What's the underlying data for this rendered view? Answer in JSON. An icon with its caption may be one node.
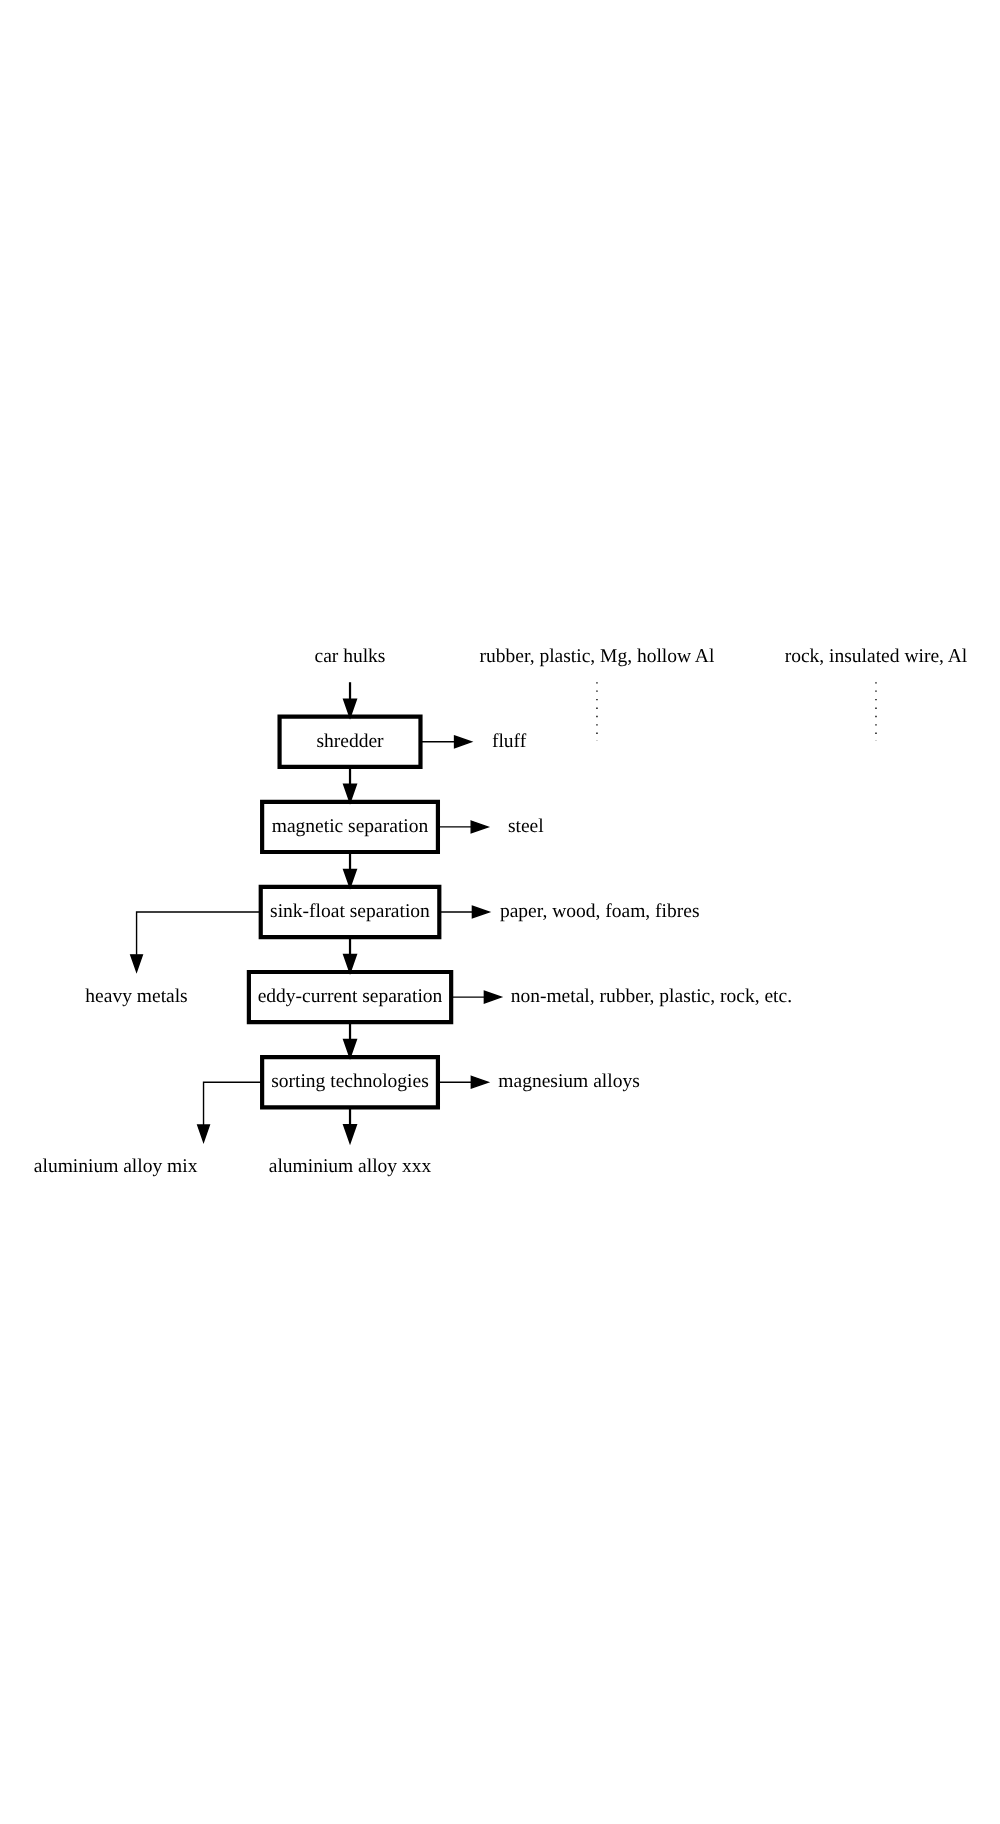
{
  "diagram": {
    "nodes": [
      {
        "text": [
          "car hulks"
        ]
      },
      {
        "text": [
          "shredder"
        ]
      },
      {
        "text": [
          "fluff"
        ]
      },
      {
        "text": [
          "magnetic separation"
        ]
      },
      {
        "text": [
          "steel"
        ]
      },
      {
        "text": [
          "sink-float separation"
        ]
      },
      {
        "text": [
          "paper, wood, foam, fibres"
        ]
      },
      {
        "text": [
          "heavy metals"
        ]
      },
      {
        "text": [
          "rubber, plastic, Mg, hollow Al"
        ]
      },
      {
        "text": [
          "rock, insulated wire, Al"
        ]
      },
      {
        "text": [
          "eddy-current separation"
        ]
      },
      {
        "text": [
          "non-metal, rubber, plastic, rock, etc."
        ]
      },
      {
        "text": [
          "sorting technologies"
        ]
      },
      {
        "text": [
          "magnesium alloys"
        ]
      },
      {
        "text": [
          "aluminium alloy mix"
        ]
      },
      {
        "text": [
          "aluminium alloy xxx"
        ]
      }
    ],
    "edges": [
      {
        "from": 0,
        "to": 1,
        "arrow": "to"
      },
      {
        "from": 1,
        "to": 2,
        "arrow": "to"
      },
      {
        "from": 1,
        "to": 3,
        "arrow": "to"
      },
      {
        "from": 3,
        "to": 4,
        "arrow": "to"
      },
      {
        "from": 3,
        "to": 5,
        "arrow": "to"
      },
      {
        "from": 5,
        "to": 6,
        "arrow": "to"
      },
      {
        "from": 5,
        "to": 7,
        "arrow": "to"
      },
      {
        "from": 5,
        "to": 10,
        "arrow": "to"
      },
      {
        "from": 8,
        "to": null,
        "arrow": "none",
        "style": "dashed"
      },
      {
        "from": 9,
        "to": null,
        "arrow": "none",
        "style": "dashed"
      },
      {
        "from": 10,
        "to": 11,
        "arrow": "to"
      },
      {
        "from": 10,
        "to": 12,
        "arrow": "to"
      },
      {
        "from": 12,
        "to": 13,
        "arrow": "to"
      },
      {
        "from": 12,
        "to": 14,
        "arrow": "to"
      },
      {
        "from": 12,
        "to": 15,
        "arrow": "to"
      }
    ]
  }
}
